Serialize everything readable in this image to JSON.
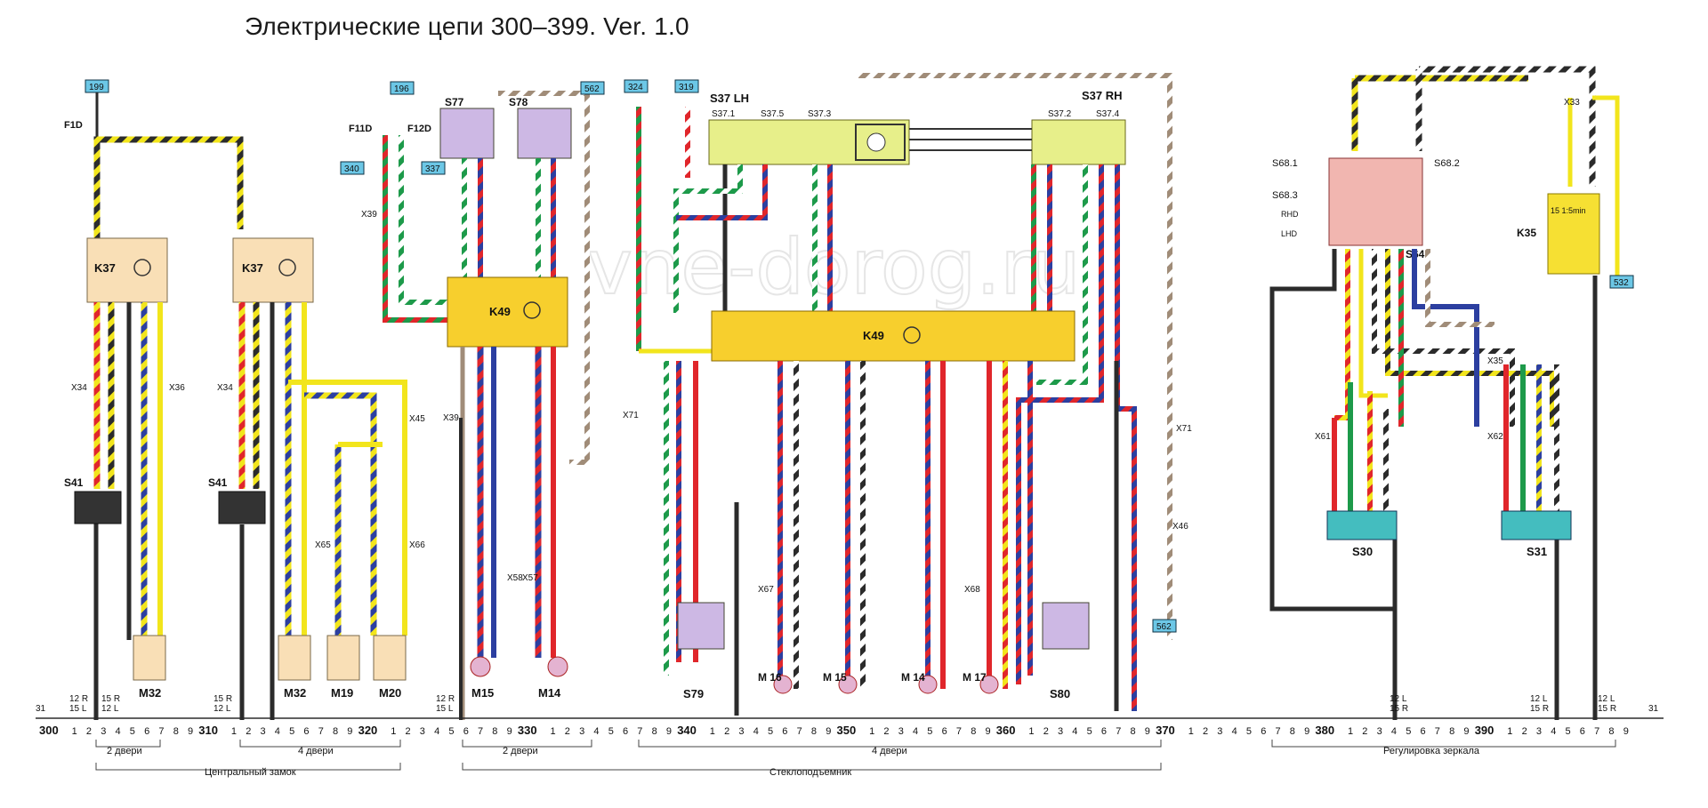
{
  "title": "Электрические цепи 300–399. Ver. 1.0",
  "watermark": "vne-dorog.ru",
  "colors": {
    "black": "#2b2b2b",
    "red": "#e0262b",
    "yellow": "#f2e51c",
    "blue": "#2c3fa0",
    "green": "#1d9a4a",
    "white": "#ffffff",
    "brown": "#a08c78",
    "grey": "#9a9a9a",
    "relay_fill": "#f9dfb6",
    "k49_fill": "#f7cf2d",
    "s37_fill": "#e7ef8a",
    "switch_fill": "#cdb8e4",
    "s68_fill": "#f1b6b0",
    "motor_fill": "#44bdbf",
    "k35_fill": "#f6e033",
    "ref_fill": "#6cc7e6"
  },
  "refs": [
    "199",
    "196",
    "340",
    "337",
    "562",
    "324",
    "319",
    "532",
    "562"
  ],
  "components": {
    "K37": "K37",
    "S41": "S41",
    "M32": "M32",
    "M19": "M19",
    "M20": "M20",
    "K49": "K49",
    "S77": "S77",
    "S78": "S78",
    "M15": "M15",
    "M14": "M14",
    "S37LH": "S37  LH",
    "S37RH": "S37  RH",
    "S37_1": "S37.1",
    "S37_5": "S37.5",
    "S37_3": "S37.3",
    "S37_2": "S37.2",
    "S37_4": "S37.4",
    "S79": "S79",
    "S80": "S80",
    "M16": "M 16",
    "M15b": "M 15",
    "M14b": "M 14",
    "M17": "M 17",
    "S68_1": "S68.1",
    "S68_2": "S68.2",
    "S68_3": "S68.3",
    "RHD": "RHD",
    "LHD": "LHD",
    "S64": "S64",
    "K35": "K35",
    "K35_inner": "15 1:5min",
    "S30": "S30",
    "S31": "S31",
    "F1D": "F1D",
    "F11D": "F11D",
    "F12D": "F12D"
  },
  "connectors": [
    "X34",
    "X36",
    "X45",
    "X39",
    "X65",
    "X66",
    "X58",
    "X57",
    "X71",
    "X67",
    "X68",
    "X46",
    "X33",
    "X35",
    "X61",
    "X62"
  ],
  "ground_labels": {
    "left": "31",
    "right": "31"
  },
  "wire_color_labels": [
    {
      "a": "12 R",
      "b": "15 L"
    },
    {
      "a": "15 R",
      "b": "12 L"
    },
    {
      "a": "15 R",
      "b": "12 L"
    },
    {
      "a": "12 R",
      "b": "15 L"
    },
    {
      "a": "12 L",
      "b": "15 R"
    },
    {
      "a": "12 L",
      "b": "15 R"
    },
    {
      "a": "12 L",
      "b": "15 R"
    }
  ],
  "scale": {
    "major": [
      "300",
      "310",
      "320",
      "330",
      "340",
      "350",
      "360",
      "370",
      "380",
      "390"
    ],
    "minor": [
      "1",
      "2",
      "3",
      "4",
      "5",
      "6",
      "7",
      "8",
      "9"
    ]
  },
  "groups": [
    {
      "label": "2 двери"
    },
    {
      "label": "4 двери"
    },
    {
      "label": "Центральный замок"
    },
    {
      "label": "2 двери"
    },
    {
      "label": "4 двери"
    },
    {
      "label": "Стеклоподъемник"
    },
    {
      "label": "Регулировка зеркала"
    }
  ]
}
